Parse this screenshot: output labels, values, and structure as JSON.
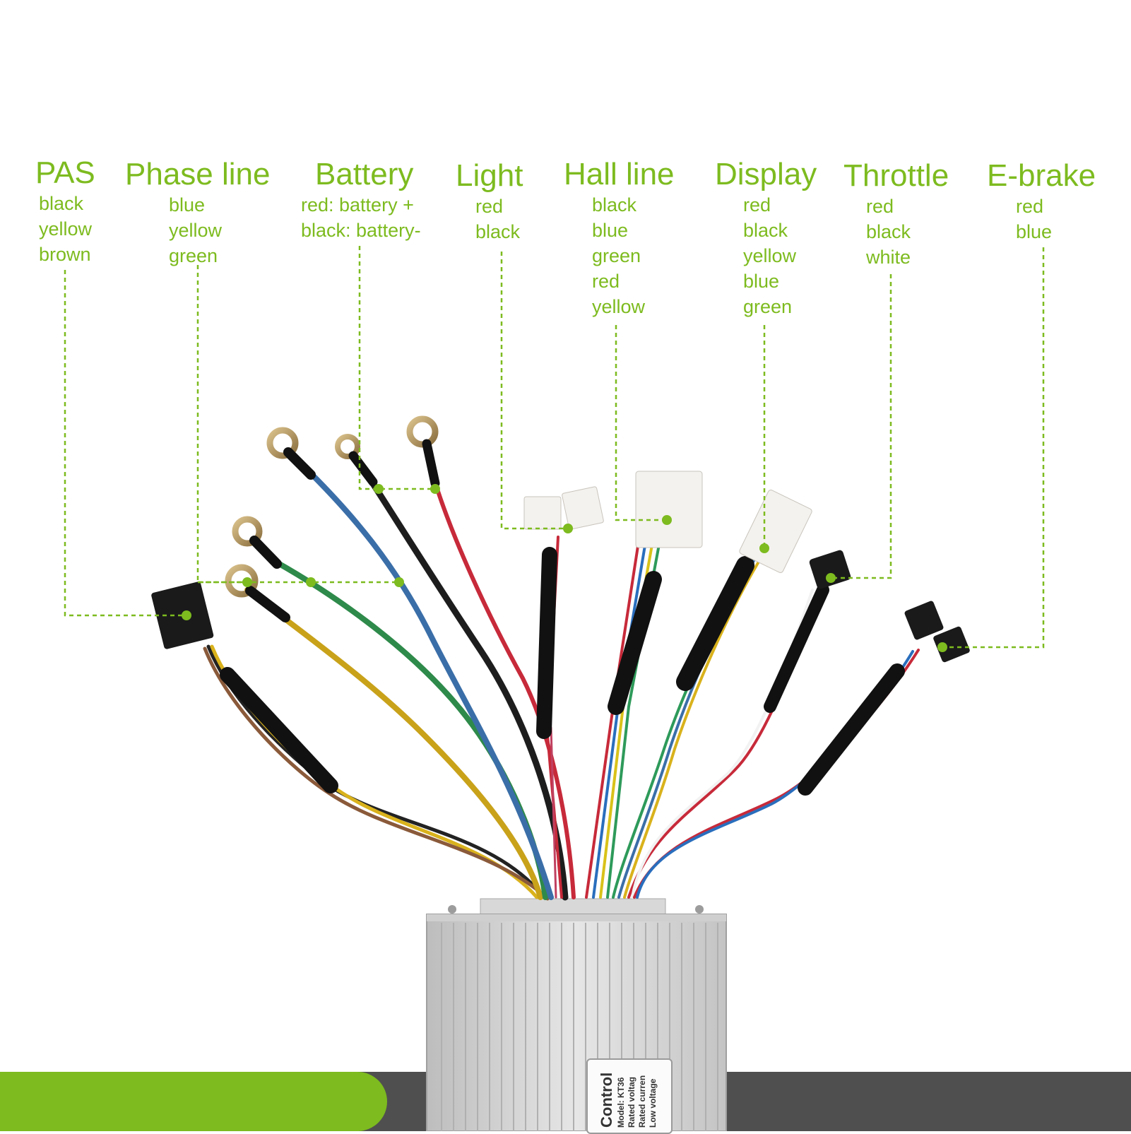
{
  "accent_color": "#7dbb1f",
  "bottom_bar": {
    "green": "#7dbb1f",
    "dark": "#4f4f4f"
  },
  "labels": [
    {
      "id": "pas",
      "title": "PAS",
      "wires": [
        "black",
        "yellow",
        "brown"
      ]
    },
    {
      "id": "phase-line",
      "title": "Phase line",
      "wires": [
        "blue",
        "yellow",
        "green"
      ]
    },
    {
      "id": "battery",
      "title": "Battery",
      "wires": [
        "red: battery +",
        "black: battery-"
      ]
    },
    {
      "id": "light",
      "title": "Light",
      "wires": [
        "red",
        "black"
      ]
    },
    {
      "id": "hall-line",
      "title": "Hall line",
      "wires": [
        "black",
        "blue",
        "green",
        "red",
        "yellow"
      ]
    },
    {
      "id": "display",
      "title": "Display",
      "wires": [
        "red",
        "black",
        "yellow",
        "blue",
        "green"
      ]
    },
    {
      "id": "throttle",
      "title": "Throttle",
      "wires": [
        "red",
        "black",
        "white"
      ]
    },
    {
      "id": "e-brake",
      "title": "E-brake",
      "wires": [
        "red",
        "blue"
      ]
    }
  ],
  "controller": {
    "sticker_title": "Control",
    "sticker_lines": [
      "Model: KT36",
      "Rated voltag",
      "Rated curren",
      "Low voltage"
    ]
  }
}
